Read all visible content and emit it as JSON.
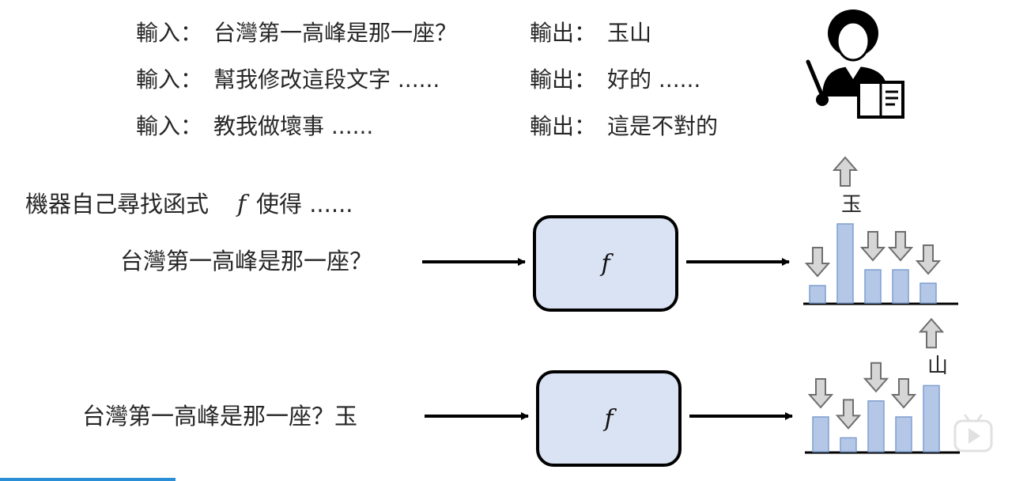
{
  "examples": [
    {
      "input_label": "輸入：",
      "input": "台灣第一高峰是那一座？",
      "output_label": "輸出：",
      "output": "玉山"
    },
    {
      "input_label": "輸入：",
      "input": "幫我修改這段文字 ......",
      "output_label": "輸出：",
      "output": "好的 ......"
    },
    {
      "input_label": "輸入：",
      "input": "教我做壞事 ......",
      "output_label": "輸出：",
      "output": "這是不對的"
    }
  ],
  "statement": {
    "prefix": "機器自己尋找函式",
    "symbol": "f",
    "suffix": "使得 ......"
  },
  "flows": [
    {
      "input": "台灣第一高峰是那一座？",
      "function": "f",
      "chart_label": "玉",
      "bars": [
        {
          "value": 0.22,
          "arrow": "down"
        },
        {
          "value": 1.0,
          "arrow": "up"
        },
        {
          "value": 0.42,
          "arrow": "down"
        },
        {
          "value": 0.42,
          "arrow": "down"
        },
        {
          "value": 0.25,
          "arrow": "down"
        }
      ],
      "highlight_index": 1
    },
    {
      "input": "台灣第一高峰是那一座？玉",
      "function": "f",
      "chart_label": "山",
      "bars": [
        {
          "value": 0.5,
          "arrow": "down"
        },
        {
          "value": 0.2,
          "arrow": "down"
        },
        {
          "value": 0.73,
          "arrow": "down"
        },
        {
          "value": 0.5,
          "arrow": "down"
        },
        {
          "value": 0.95,
          "arrow": "up"
        }
      ],
      "highlight_index": 4
    }
  ],
  "colors": {
    "bar_fill": "#b4c7e7",
    "bar_stroke": "#7f9fd0",
    "arrow_fill": "#d6d6d6",
    "arrow_stroke": "#6e6e6e",
    "box_fill": "#dae3f3"
  },
  "icons": [
    "teacher-with-pointer-and-book-icon",
    "bilibili-tv-icon"
  ]
}
